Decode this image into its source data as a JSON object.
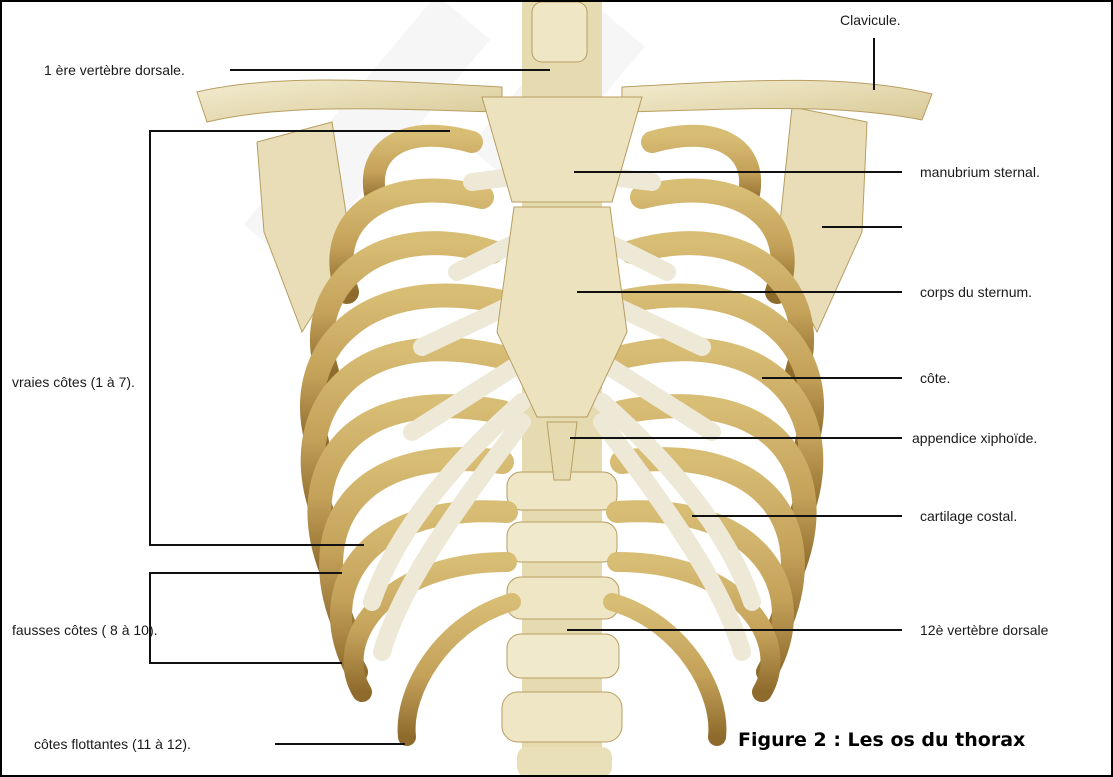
{
  "figure": {
    "caption": "Figure 2 : Les os du thorax"
  },
  "labels": {
    "clavicule": "Clavicule.",
    "vertebre_dorsale_1": "1 ère vertèbre dorsale.",
    "manubrium": "manubrium sternal.",
    "corps_sternum": "corps du sternum.",
    "vraies_cotes": "vraies côtes  (1 à 7).",
    "cote": "côte.",
    "appendice": "appendice xiphoïde.",
    "cartilage": "cartilage costal.",
    "fausses_cotes": "fausses côtes ( 8 à 10).",
    "vertebre_dorsale_12": "12è vertèbre dorsale",
    "cotes_flottantes": "côtes flottantes (11 à 12)."
  },
  "colors": {
    "bone_light": "#ece2bd",
    "bone_mid": "#d9c48c",
    "rib": "#c4a159",
    "rib_dark": "#8e6b2c",
    "cartilage": "#eee8d6",
    "line": "#111111",
    "watermark": "#efefef"
  }
}
